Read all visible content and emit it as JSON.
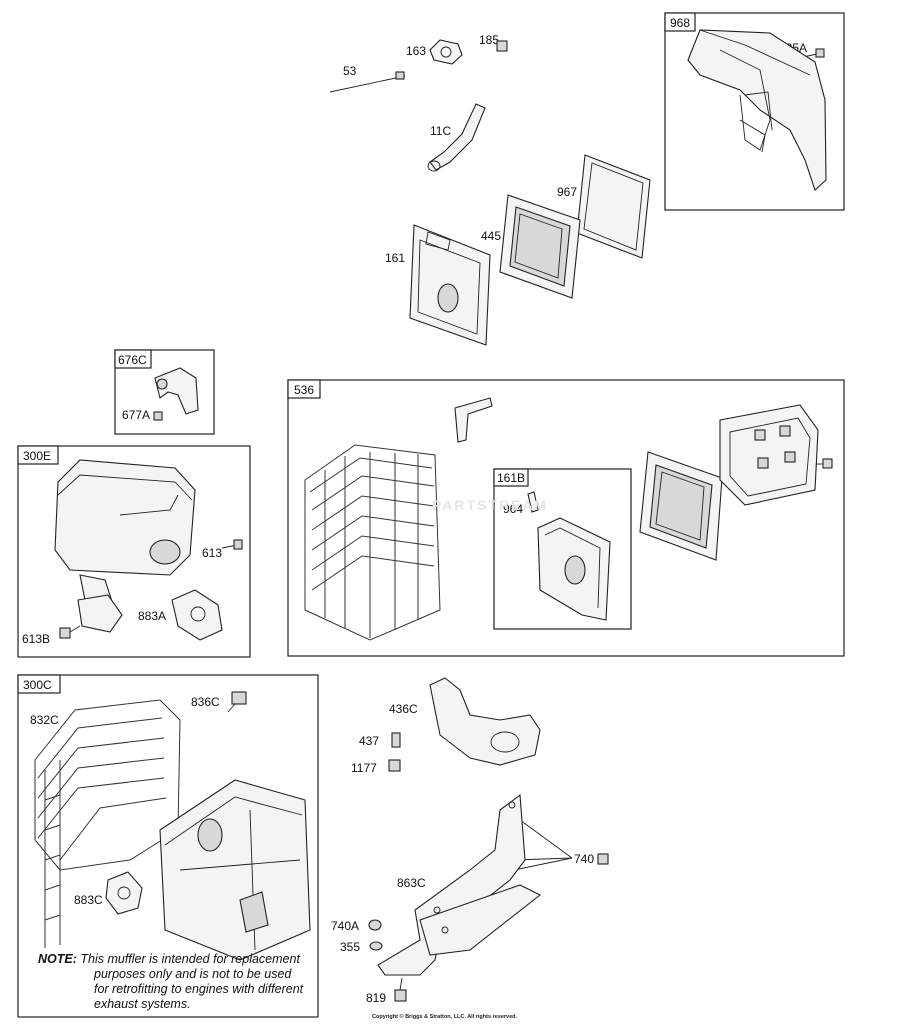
{
  "groups": [
    {
      "tag": "968",
      "label": "425A"
    },
    {
      "tag": "676C",
      "label": "677A"
    },
    {
      "tag": "300E",
      "labels": [
        "613",
        "613B",
        "883A"
      ]
    },
    {
      "tag": "536",
      "labels": [
        "161B",
        "964"
      ]
    },
    {
      "tag": "300C",
      "labels": [
        "832C",
        "836C",
        "883C"
      ]
    }
  ],
  "loose_labels": [
    "53",
    "163",
    "185",
    "11C",
    "967",
    "445",
    "161",
    "436C",
    "437",
    "1177",
    "740",
    "863C",
    "740A",
    "355",
    "819"
  ],
  "note": {
    "prefix": "NOTE:",
    "line1": "This muffler is intended for replacement",
    "line2": "purposes only and is not to be used",
    "line3": "for retrofitting to engines with different",
    "line4": "exhaust systems."
  },
  "watermark": "PARTSTREAM",
  "copyright": "Copyright © Briggs & Stratton, LLC. All rights reserved."
}
